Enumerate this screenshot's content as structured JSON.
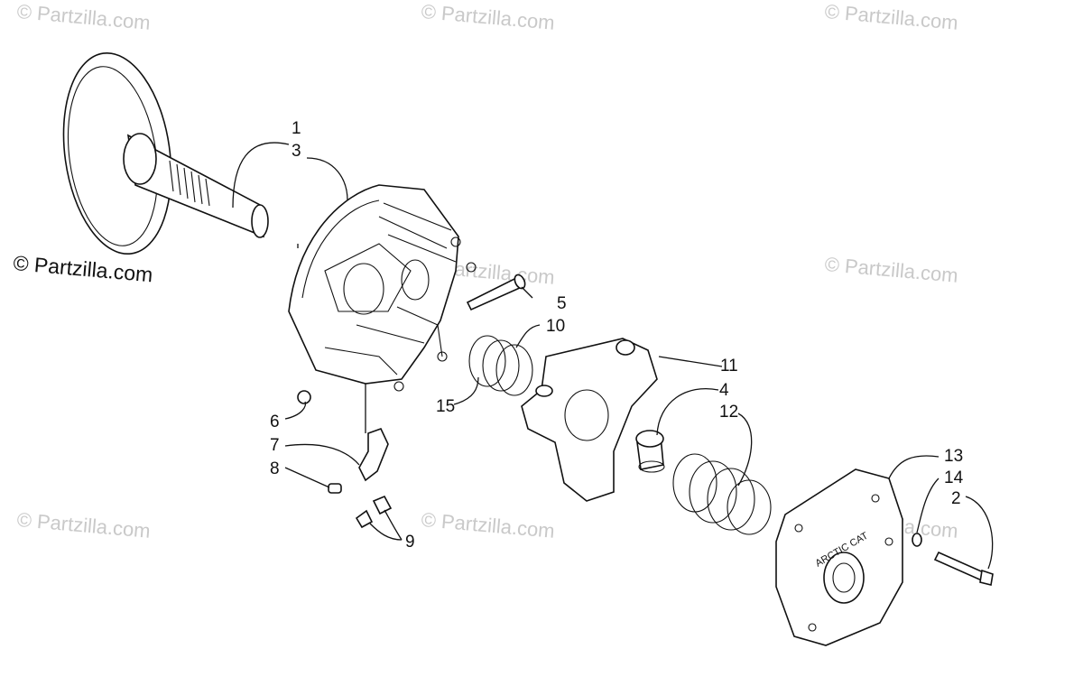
{
  "watermark": {
    "main": "© Partzilla.com",
    "faint": "© Partzilla.com"
  },
  "callouts": {
    "c1": "1",
    "c3": "3",
    "c5": "5",
    "c10": "10",
    "c11": "11",
    "c15": "15",
    "c4": "4",
    "c12": "12",
    "c6": "6",
    "c7": "7",
    "c8": "8",
    "c9": "9",
    "c13": "13",
    "c14": "14",
    "c2": "2"
  },
  "cover_plate_text": "ARCTIC CAT"
}
